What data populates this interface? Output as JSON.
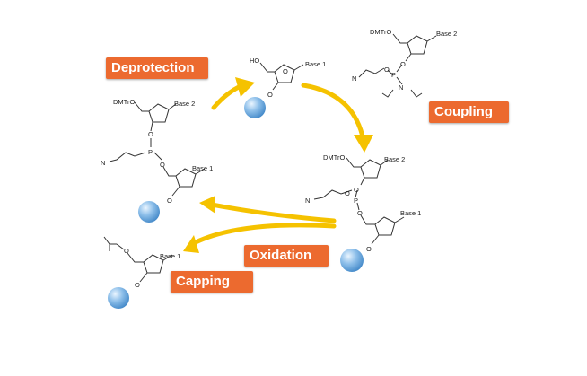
{
  "colors": {
    "label_bg": "#ec6a2f",
    "label_text": "#ffffff",
    "arrow": "#f5c200",
    "bead": "#6aa9dc",
    "bond": "#333333"
  },
  "steps": {
    "deprotection": "Deprotection",
    "coupling": "Coupling",
    "oxidation": "Oxidation",
    "capping": "Capping"
  },
  "molecules": {
    "top_support": {
      "oh": "HO",
      "base": "Base 1",
      "o": "O"
    },
    "amidite": {
      "protect": "DMTrO",
      "base": "Base 2",
      "o": "O",
      "p": "P",
      "n_amine": "N",
      "nitrile": "N"
    },
    "coupled": {
      "protect": "DMTrO",
      "base2": "Base 2",
      "base1": "Base 1",
      "p": "P",
      "o": "O",
      "nitrile": "N"
    },
    "oxidized": {
      "protect": "DMTrO",
      "base2": "Base 2",
      "base1": "Base 1",
      "p": "P",
      "o": "O",
      "nitrile": "N"
    },
    "capped": {
      "base": "Base 1",
      "o": "O"
    }
  }
}
